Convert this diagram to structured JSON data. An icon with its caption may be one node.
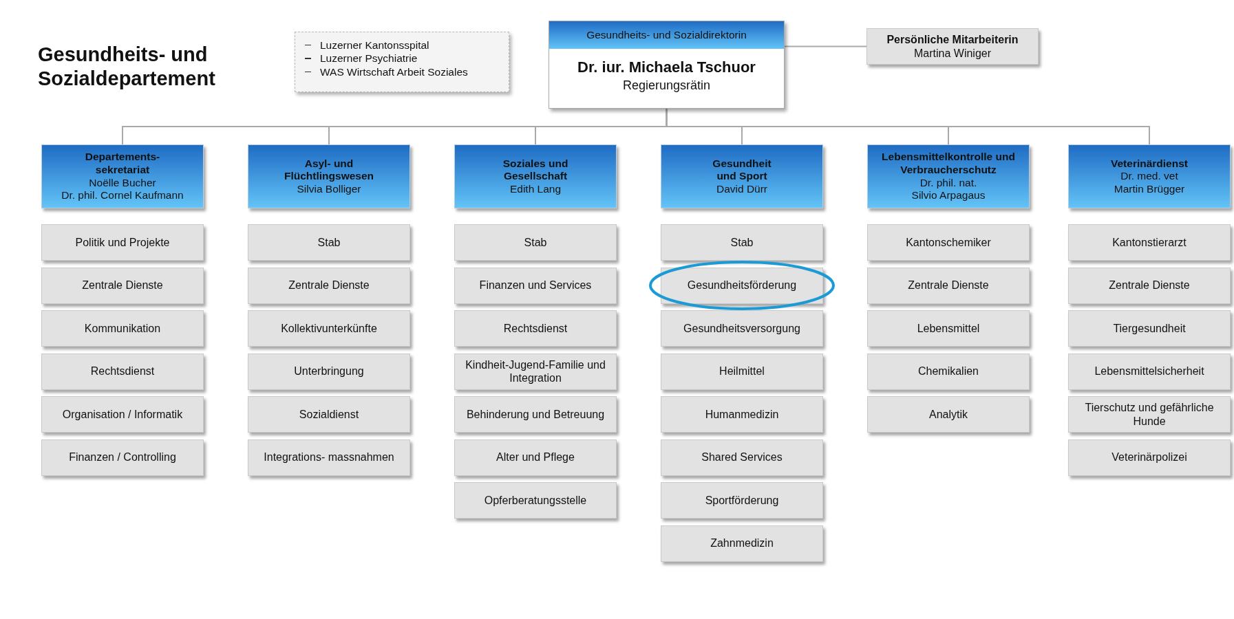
{
  "diagram": {
    "title": "Gesundheits- und Sozialdepartement",
    "nodes": [
      {
        "text": [
          "Luzerner Kantonsspital",
          "Luzerner Psychiatrie",
          "WAS Wirtschaft Arbeit Soziales"
        ]
      },
      {
        "text": [
          "Gesundheits- und Sozialdirektorin",
          "Dr. iur. Michaela Tschuor",
          "Regierungsrätin"
        ]
      },
      {
        "text": [
          "Persönliche Mitarbeiterin",
          "Martina Winiger"
        ]
      },
      {
        "text": [
          "Departements- sekretariat",
          "Noëlle Bucher",
          "Dr. phil. Cornel Kaufmann"
        ]
      },
      {
        "text": [
          "Politik und Projekte"
        ]
      },
      {
        "text": [
          "Zentrale Dienste"
        ]
      },
      {
        "text": [
          "Kommunikation"
        ]
      },
      {
        "text": [
          "Rechtsdienst"
        ]
      },
      {
        "text": [
          "Organisation / Informatik"
        ]
      },
      {
        "text": [
          "Finanzen / Controlling"
        ]
      },
      {
        "text": [
          "Asyl- und Flüchtlingswesen",
          "Silvia Bolliger"
        ]
      },
      {
        "text": [
          "Stab"
        ]
      },
      {
        "text": [
          "Zentrale Dienste"
        ]
      },
      {
        "text": [
          "Kollektivunterkünfte"
        ]
      },
      {
        "text": [
          "Unterbringung"
        ]
      },
      {
        "text": [
          "Sozialdienst"
        ]
      },
      {
        "text": [
          "Integrations- massnahmen"
        ]
      },
      {
        "text": [
          "Soziales und Gesellschaft",
          "Edith Lang"
        ]
      },
      {
        "text": [
          "Stab"
        ]
      },
      {
        "text": [
          "Finanzen und Services"
        ]
      },
      {
        "text": [
          "Rechtsdienst"
        ]
      },
      {
        "text": [
          "Kindheit-Jugend-Familie und Integration"
        ]
      },
      {
        "text": [
          "Behinderung und Betreuung"
        ]
      },
      {
        "text": [
          "Alter und Pflege"
        ]
      },
      {
        "text": [
          "Opferberatungsstelle"
        ]
      },
      {
        "text": [
          "Gesundheit und Sport",
          "David Dürr"
        ]
      },
      {
        "text": [
          "Stab"
        ]
      },
      {
        "text": [
          "Gesundheitsförderung"
        ]
      },
      {
        "text": [
          "Gesundheitsversorgung"
        ]
      },
      {
        "text": [
          "Heilmittel"
        ]
      },
      {
        "text": [
          "Humanmedizin"
        ]
      },
      {
        "text": [
          "Shared Services"
        ]
      },
      {
        "text": [
          "Sportförderung"
        ]
      },
      {
        "text": [
          "Zahnmedizin"
        ]
      },
      {
        "text": [
          "Lebensmittelkontrolle und Verbraucherschutz",
          "Dr. phil. nat. Silvio Arpagaus"
        ]
      },
      {
        "text": [
          "Kantonschemiker"
        ]
      },
      {
        "text": [
          "Zentrale Dienste"
        ]
      },
      {
        "text": [
          "Lebensmittel"
        ]
      },
      {
        "text": [
          "Chemikalien"
        ]
      },
      {
        "text": [
          "Analytik"
        ]
      },
      {
        "text": [
          "Veterinärdienst",
          "Dr. med. vet Martin Brügger"
        ]
      },
      {
        "text": [
          "Kantonstierarzt"
        ]
      },
      {
        "text": [
          "Zentrale Dienste"
        ]
      },
      {
        "text": [
          "Tiergesundheit"
        ]
      },
      {
        "text": [
          "Lebensmittelsicherheit"
        ]
      },
      {
        "text": [
          "Tierschutz und gefährliche Hunde"
        ]
      },
      {
        "text": [
          "Veterinärpolizei"
        ]
      }
    ],
    "edges": [
      {
        "from": 1,
        "to": 2,
        "arrow": "none"
      },
      {
        "from": 1,
        "to": 3,
        "arrow": "none"
      },
      {
        "from": 1,
        "to": 10,
        "arrow": "none"
      },
      {
        "from": 1,
        "to": 17,
        "arrow": "none"
      },
      {
        "from": 1,
        "to": 25,
        "arrow": "none"
      },
      {
        "from": 1,
        "to": 34,
        "arrow": "none"
      },
      {
        "from": 1,
        "to": 40,
        "arrow": "none"
      }
    ]
  }
}
